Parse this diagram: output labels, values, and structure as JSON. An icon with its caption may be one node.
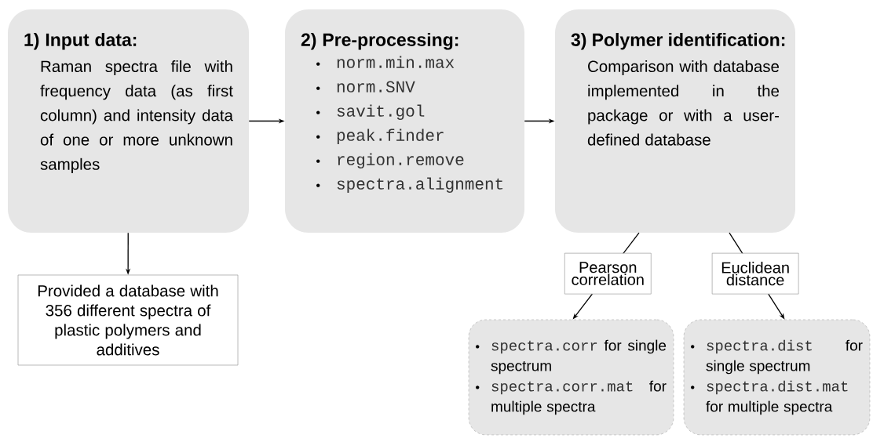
{
  "diagram": {
    "nodes": [
      {
        "text": [
          "1) Input data:",
          "Raman spectra file with frequency data (as first column) and intensity data of one or more unknown samples"
        ]
      },
      {
        "text": [
          "2) Pre-processing:",
          "norm.min.max",
          "norm.SNV",
          "savit.gol",
          "peak.finder",
          "region.remove",
          "spectra.alignment"
        ]
      },
      {
        "text": [
          "3) Polymer identification:",
          "Comparison with database implemented in the package or with a user-defined database"
        ]
      },
      {
        "text": [
          "Provided a database with 356 different spectra of plastic polymers and additives"
        ]
      },
      {
        "text": [
          "spectra.corr",
          "for single spectrum",
          "spectra.corr.mat",
          "for multiple spectra"
        ]
      },
      {
        "text": [
          "spectra.dist",
          "for single spectrum",
          "spectra.dist.mat",
          "for multiple spectra"
        ]
      }
    ],
    "edges": [
      {
        "from": 0,
        "to": 1,
        "arrow": "to"
      },
      {
        "from": 1,
        "to": 2,
        "arrow": "to"
      },
      {
        "from": 0,
        "to": 3,
        "arrow": "to"
      },
      {
        "from": 2,
        "to": 4,
        "label": "Pearson correlation",
        "arrow": "to"
      },
      {
        "from": 2,
        "to": 5,
        "label": "Euclidean distance",
        "arrow": "to"
      }
    ]
  }
}
